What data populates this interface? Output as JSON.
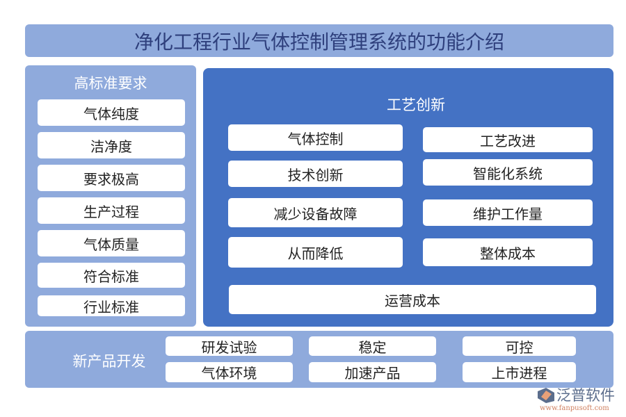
{
  "title": "净化工程行业气体控制管理系统的功能介绍",
  "left": {
    "heading": "高标准要求",
    "items": [
      "气体纯度",
      "洁净度",
      "要求极高",
      "生产过程",
      "气体质量",
      "符合标准",
      "行业标准"
    ]
  },
  "right": {
    "heading": "工艺创新",
    "left_items": [
      "气体控制",
      "技术创新",
      "减少设备故障",
      "从而降低"
    ],
    "right_items": [
      "工艺改进",
      "智能化系统",
      "维护工作量",
      "整体成本"
    ],
    "bottom": "运营成本"
  },
  "bottom": {
    "label": "新产品开发",
    "items": [
      "研发试验",
      "稳定",
      "可控",
      "气体环境",
      "加速产品",
      "上市进程"
    ]
  },
  "logo": {
    "name": "泛普软件",
    "url": "www.fanpusoft.com"
  },
  "colors": {
    "panel": "#8faadc",
    "accent": "#4472c4"
  }
}
